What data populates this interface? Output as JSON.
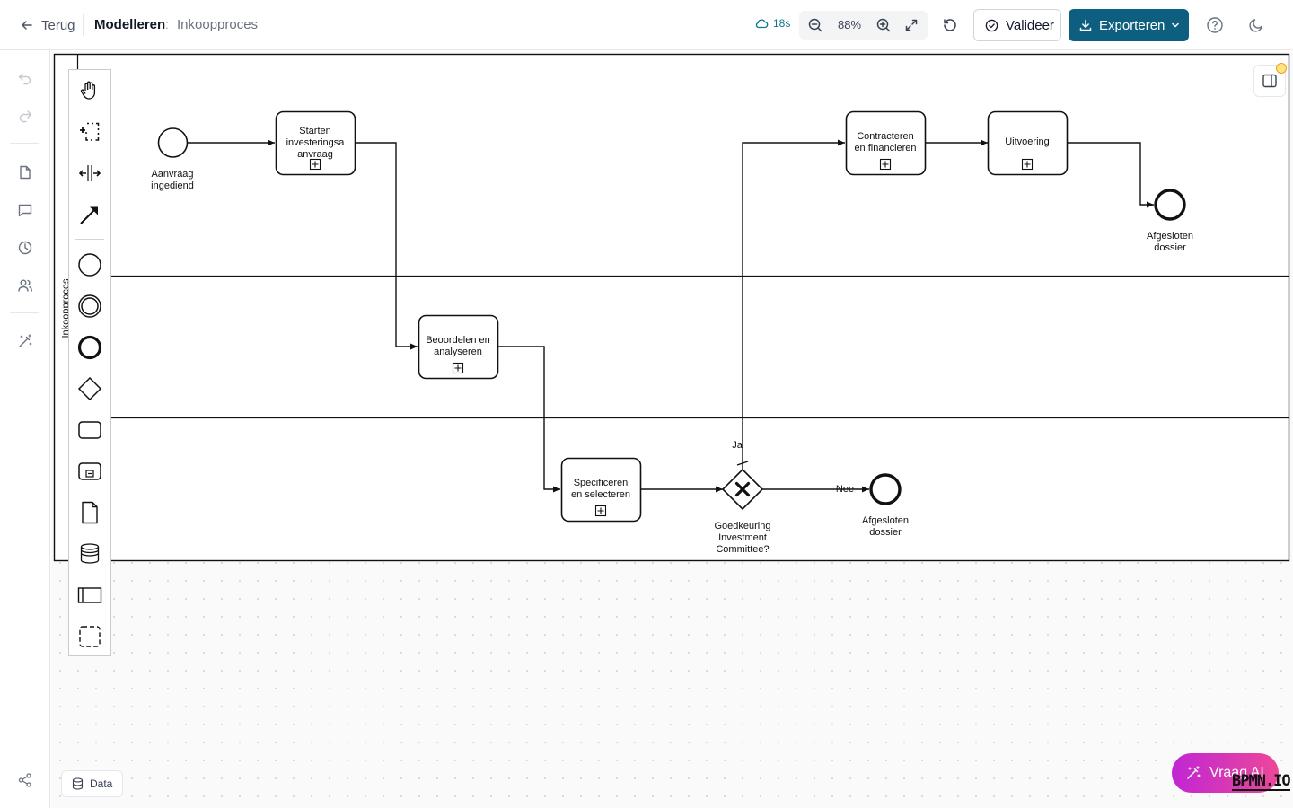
{
  "header": {
    "back_label": "Terug",
    "crumb_main": "Modelleren",
    "crumb_separator": ":",
    "crumb_sub": "Inkoopproces",
    "saved_text": "18s",
    "zoom_value": "88%",
    "validate_label": "Valideer",
    "export_label": "Exporteren"
  },
  "colors": {
    "accent": "#0e5f7f",
    "saved": "#0e7490",
    "ai_gradient_start": "#c026d3",
    "ai_gradient_end": "#ec4899"
  },
  "rail": {
    "icons": [
      "undo-icon",
      "redo-icon",
      "file-icon",
      "comment-icon",
      "history-icon",
      "users-icon",
      "magic-wand-icon",
      "share-icon"
    ]
  },
  "palette": {
    "tools": [
      "hand-tool",
      "lasso-tool",
      "space-tool",
      "connect-tool",
      "start-event",
      "intermediate-event",
      "end-event",
      "gateway",
      "task",
      "subprocess",
      "data-object",
      "data-store",
      "participant",
      "group"
    ]
  },
  "diagram": {
    "pool_label": "Inkoopproces",
    "start_event": "Aanvraag\ningediend",
    "tasks": {
      "starten": "Starten\ninvesteringsa\nanvraag",
      "beoordelen": "Beoordelen en\nanalyseren",
      "specificeren": "Specificeren\nen selecteren",
      "contracteren": "Contracteren\nen financieren",
      "uitvoering": "Uitvoering"
    },
    "gateway": "Goedkeuring\nInvestment\nCommittee?",
    "flow_yes": "Ja",
    "flow_no": "Nee",
    "end_event_top": "Afgesloten\ndossier",
    "end_event_bottom": "Afgesloten\ndossier"
  },
  "footer": {
    "data_label": "Data",
    "ai_label": "Vraag AI",
    "watermark": "BPMN.IO"
  }
}
